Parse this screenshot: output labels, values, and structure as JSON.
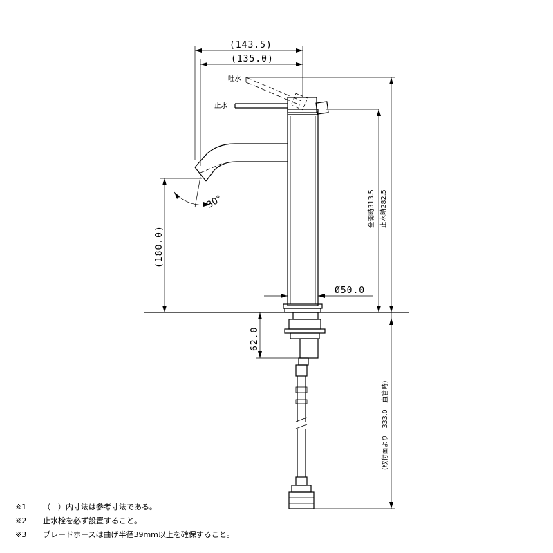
{
  "dimensions": {
    "overall_width": "(143.5)",
    "stop_width": "(135.0)",
    "height_full_open": "全開時313.5",
    "height_stop": "止水時282.5",
    "spout_height": "(180.0)",
    "diameter": "Ø50.0",
    "under_height": "62.0",
    "hose_length": "(取付面より　333.0　直管時)",
    "angle": "30°"
  },
  "labels": {
    "discharge": "吐水",
    "stop": "止水"
  },
  "notes": [
    {
      "num": "※1",
      "text": "（　）内寸法は参考寸法である。"
    },
    {
      "num": "※2",
      "text": "止水栓を必ず設置すること。"
    },
    {
      "num": "※3",
      "text": "ブレードホースは曲げ半径39mm以上を確保すること。"
    }
  ]
}
